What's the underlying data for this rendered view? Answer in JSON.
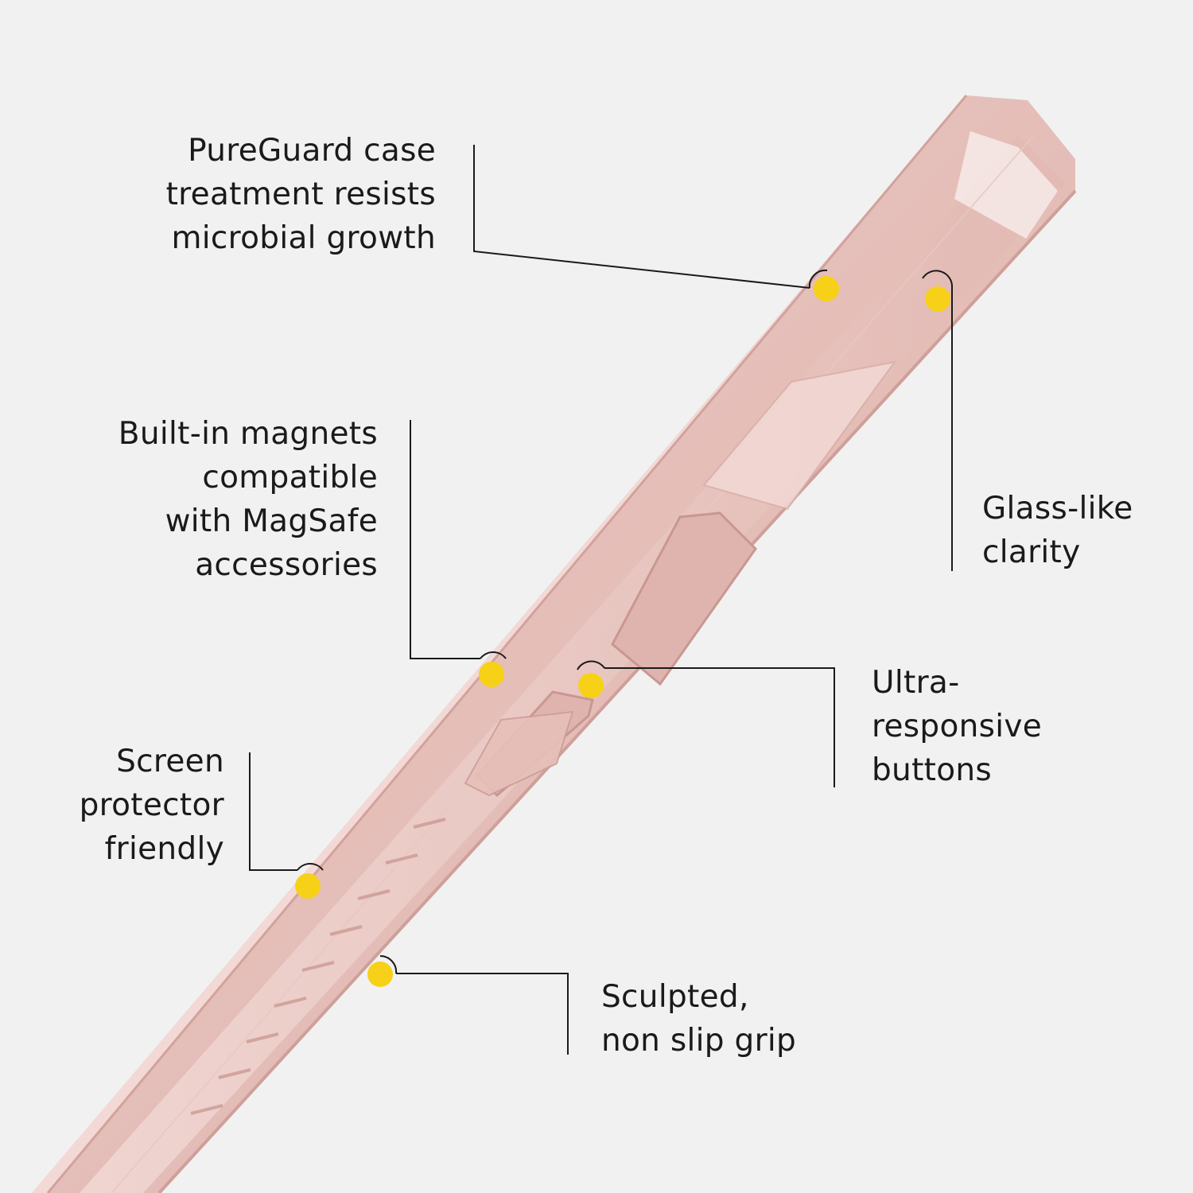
{
  "theme": {
    "background": "#f1f1f1",
    "case_color": "#e7c2bd",
    "case_edge": "#d6a9a4",
    "dot_color": "#f7d117",
    "line_color": "#1a1a1a"
  },
  "callouts": {
    "pureguard": [
      "PureGuard case",
      "treatment resists",
      "microbial growth"
    ],
    "magnets": [
      "Built-in magnets",
      "compatible",
      "with MagSafe",
      "accessories"
    ],
    "screen": [
      "Screen",
      "protector",
      "friendly"
    ],
    "glass": [
      "Glass-like",
      "clarity"
    ],
    "buttons": [
      "Ultra-",
      "responsive",
      "buttons"
    ],
    "grip": [
      "Sculpted,",
      "non slip grip"
    ]
  }
}
